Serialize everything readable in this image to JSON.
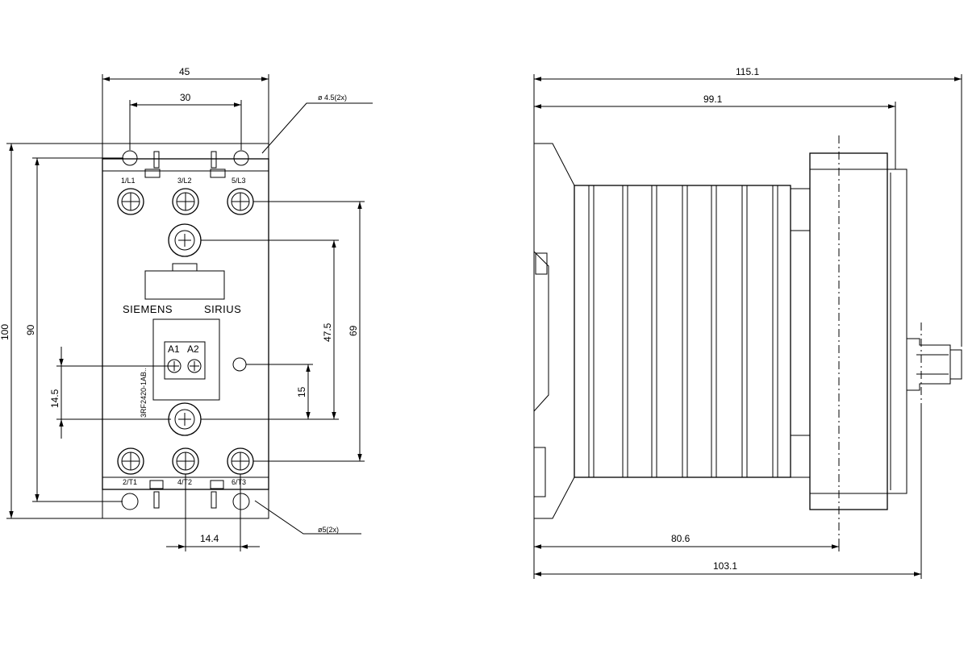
{
  "front_view": {
    "dims": {
      "overall_width": "45",
      "hole_spacing": "30",
      "overall_height": "100",
      "height_90": "90",
      "dim_69": "69",
      "dim_47_5": "47.5",
      "dim_15": "15",
      "dim_14_5": "14.5",
      "dim_14_4": "14.4"
    },
    "notes": {
      "hole_top": "ø 4.5(2x)",
      "hole_bottom": "ø5(2x)"
    },
    "terminals": {
      "t1": "1/L1",
      "t2": "3/L2",
      "t3": "5/L3",
      "b1": "2/T1",
      "b2": "4/T2",
      "b3": "6/T3",
      "a1": "A1",
      "a2": "A2"
    },
    "brand": "SIEMENS",
    "product": "SIRIUS",
    "part_number": "3RF2420-1AB.."
  },
  "side_view": {
    "dims": {
      "overall": "115.1",
      "dim_99_1": "99.1",
      "dim_80_6": "80.6",
      "dim_103_1": "103.1"
    }
  }
}
